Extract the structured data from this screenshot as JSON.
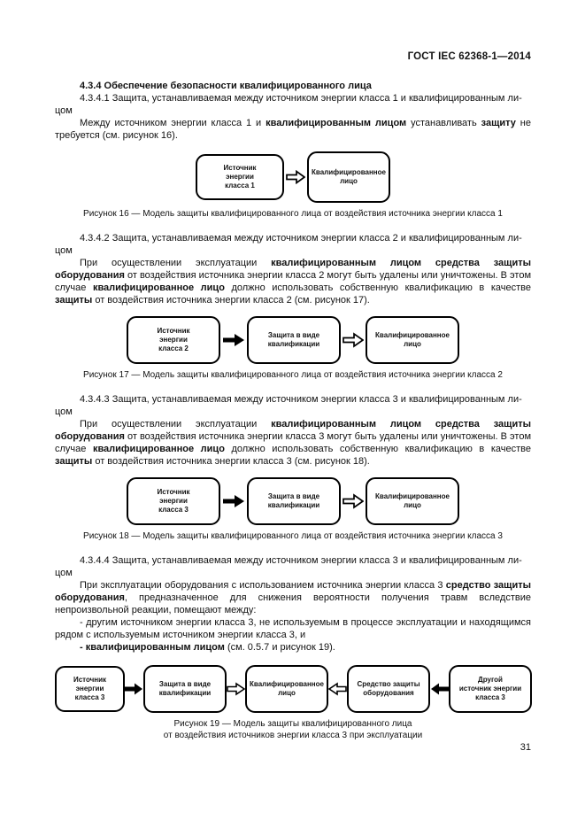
{
  "meta": {
    "standard_ref": "ГОСТ IEC 62368-1—2014",
    "page_number": "31"
  },
  "colors": {
    "text": "#111111",
    "background": "#ffffff",
    "box_border": "#000000",
    "arrow_filled": "#000000",
    "arrow_hollow_fill": "#ffffff"
  },
  "heading": "4.3.4 Обеспечение безопасности квалифицированного лица",
  "c4341": {
    "title": "4.3.4.1 Защита, устанавливаемая между источником энергии класса 1 и квалифицированным ли-\nцом",
    "body_runs": [
      {
        "t": "Между источником энергии класса 1 и "
      },
      {
        "t": "квалифицированным лицом",
        "b": true
      },
      {
        "t": " устанавливать "
      },
      {
        "t": "защиту",
        "b": true
      },
      {
        "t": " не требуется (см. рисунок 16)."
      }
    ]
  },
  "fig16": {
    "boxes": [
      {
        "label": "Источник\nэнергии\nкласса 1"
      },
      {
        "label": "Квалифицированное\nлицо"
      }
    ],
    "arrows": [
      "hollow-right"
    ],
    "caption": "Рисунок 16 — Модель защиты квалифицированного лица от воздействия источника энергии класса 1"
  },
  "c4342": {
    "title": "4.3.4.2 Защита, устанавливаемая между источником энергии класса 2 и квалифицированным ли-\nцом",
    "body_runs": [
      {
        "t": "При осуществлении эксплуатации "
      },
      {
        "t": "квалифицированным лицом средства защиты оборудования",
        "b": true
      },
      {
        "t": " от воздействия источника энергии класса 2 могут быть удалены или уничтожены. В этом случае "
      },
      {
        "t": "квалифицированное лицо",
        "b": true
      },
      {
        "t": " должно использовать собственную квалификацию в качестве "
      },
      {
        "t": "защиты",
        "b": true
      },
      {
        "t": " от воздействия источника энергии класса 2 (см. рисунок 17)."
      }
    ]
  },
  "fig17": {
    "boxes": [
      {
        "label": "Источник\nэнергии\nкласса 2"
      },
      {
        "label": "Защита в виде\nквалификации"
      },
      {
        "label": "Квалифицированное\nлицо"
      }
    ],
    "arrows": [
      "filled-right",
      "hollow-right"
    ],
    "caption": "Рисунок 17 — Модель защиты квалифицированного лица от воздействия источника энергии класса 2"
  },
  "c4343": {
    "title": "4.3.4.3 Защита, устанавливаемая между источником энергии класса 3 и квалифицированным ли-\nцом",
    "body_runs": [
      {
        "t": "При осуществлении эксплуатации "
      },
      {
        "t": "квалифицированным лицом средства защиты оборудования",
        "b": true
      },
      {
        "t": " от воздействия источника энергии класса 3 могут быть удалены или уничтожены. В этом случае "
      },
      {
        "t": "квалифицированное лицо",
        "b": true
      },
      {
        "t": " должно использовать собственную квалификацию в качестве "
      },
      {
        "t": "защиты",
        "b": true
      },
      {
        "t": " от воздействия источника энергии класса 3 (см. рисунок 18)."
      }
    ]
  },
  "fig18": {
    "boxes": [
      {
        "label": "Источник\nэнергии\nкласса 3"
      },
      {
        "label": "Защита в виде\nквалификации"
      },
      {
        "label": "Квалифицированное\nлицо"
      }
    ],
    "arrows": [
      "filled-right",
      "hollow-right"
    ],
    "caption": "Рисунок 18 — Модель защиты квалифицированного лица от воздействия источника энергии класса 3"
  },
  "c4344": {
    "title": "4.3.4.4 Защита, устанавливаемая между источником энергии класса 3 и квалифицированным ли-\nцом",
    "body_runs": [
      {
        "t": "При эксплуатации оборудования с использованием источника энергии класса 3 "
      },
      {
        "t": "средство защиты оборудования",
        "b": true
      },
      {
        "t": ", предназначенное для снижения вероятности получения травм вследствие непроизвольной реакции, помещают между:"
      }
    ],
    "bullet1_runs": [
      {
        "t": "- другим источником энергии класса 3, не используемым в процессе эксплуатации и находящимся рядом с используемым источником энергии класса 3, и"
      }
    ],
    "bullet2_runs": [
      {
        "t": "- квалифицированным лицом",
        "b": true
      },
      {
        "t": " (см. 0.5.7 и рисунок 19)."
      }
    ]
  },
  "fig19": {
    "boxes": [
      {
        "label": "Источник\nэнергии\nкласса 3"
      },
      {
        "label": "Защита в виде\nквалификации"
      },
      {
        "label": "Квалифицированное\nлицо"
      },
      {
        "label": "Средство защиты\nоборудования"
      },
      {
        "label": "Другой\nисточник энергии\nкласса 3"
      }
    ],
    "arrows": [
      "filled-right",
      "hollow-right",
      "hollow-left",
      "filled-left"
    ],
    "caption": "Рисунок 19 — Модель защиты квалифицированного лица\nот воздействия источников энергии класса 3 при эксплуатации"
  }
}
